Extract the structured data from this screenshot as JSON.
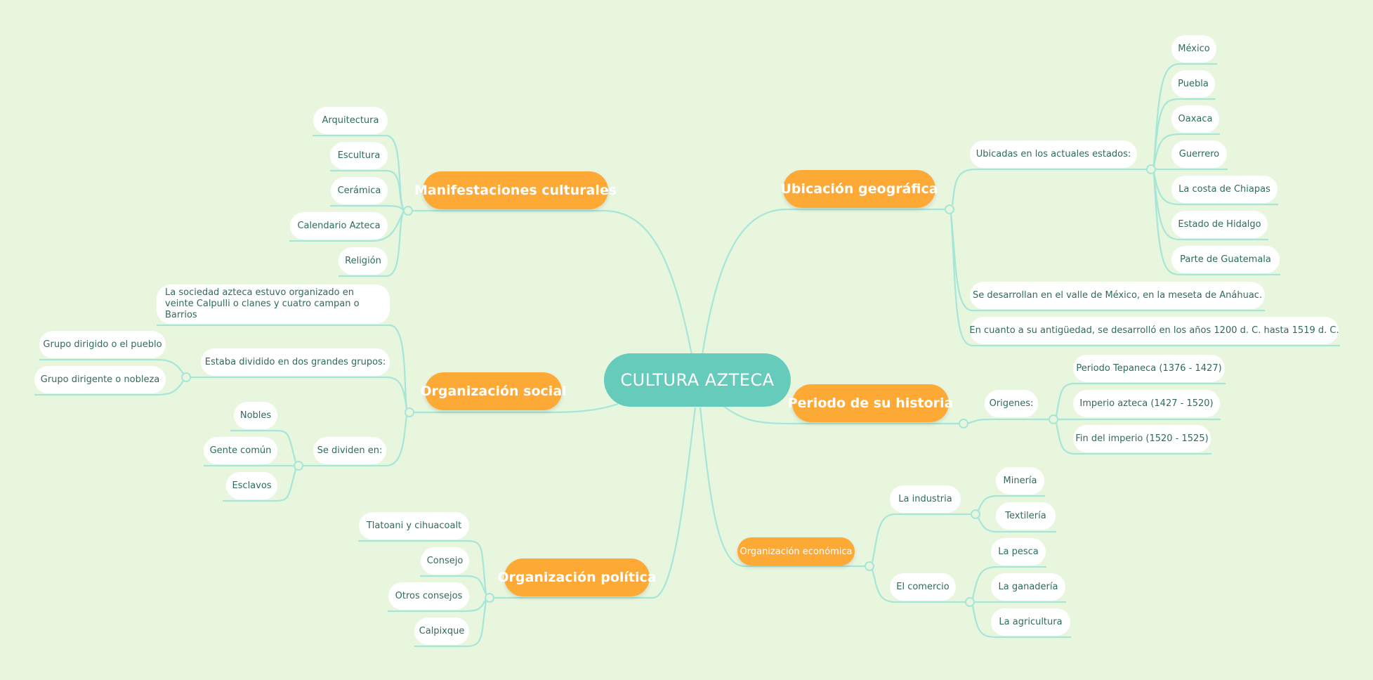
{
  "root": {
    "label": "CULTURA AZTECA"
  },
  "colors": {
    "background": "#e9f6de",
    "root": "#66cbbb",
    "main_topic": "#fda935",
    "leaf": "#ffffff",
    "leaf_text": "#2f6b5c",
    "connector": "#a6e6d9"
  },
  "branches": {
    "manifestaciones": {
      "label": "Manifestaciones culturales",
      "children": [
        "Arquitectura",
        "Escultura",
        "Cerámica",
        "Calendario Azteca",
        "Religión"
      ]
    },
    "social": {
      "label": "Organización social",
      "children": [
        {
          "label": "La sociedad azteca estuvo organizado en veinte Calpulli o clanes y cuatro campan o Barrios"
        },
        {
          "label": "Estaba dividido en dos grandes grupos:",
          "children": [
            "Grupo dirigido o el pueblo",
            "Grupo dirigente o nobleza"
          ]
        },
        {
          "label": "Se dividen en:",
          "children": [
            "Nobles",
            "Gente común",
            "Esclavos"
          ]
        }
      ]
    },
    "politica": {
      "label": "Organización política",
      "children": [
        "Tlatoani y cihuacoalt",
        "Consejo",
        "Otros consejos",
        "Calpixque"
      ]
    },
    "ubicacion": {
      "label": "Ubicación geográfica",
      "children": [
        {
          "label": "Ubicadas en los actuales estados:",
          "children": [
            "México",
            "Puebla",
            "Oaxaca",
            "Guerrero",
            "La costa de Chiapas",
            "Estado de Hidalgo",
            "Parte de Guatemala"
          ]
        },
        {
          "label": "Se desarrollan en el valle de México, en la meseta de Anáhuac."
        },
        {
          "label": "En cuanto a su antigüedad, se desarrolló en los años 1200 d. C. hasta 1519 d. C."
        }
      ]
    },
    "periodo": {
      "label": "Periodo de su historia",
      "children": [
        {
          "label": "Origenes:",
          "children": [
            "Periodo Tepaneca (1376 - 1427)",
            "Imperio azteca (1427 - 1520)",
            "Fin del imperio (1520 - 1525)"
          ]
        }
      ]
    },
    "economica": {
      "label": "Organización económica",
      "children": [
        {
          "label": "La industria",
          "children": [
            "Minería",
            "Textilería"
          ]
        },
        {
          "label": "El comercio",
          "children": [
            "La pesca",
            "La ganadería",
            "La agricultura"
          ]
        }
      ]
    }
  }
}
